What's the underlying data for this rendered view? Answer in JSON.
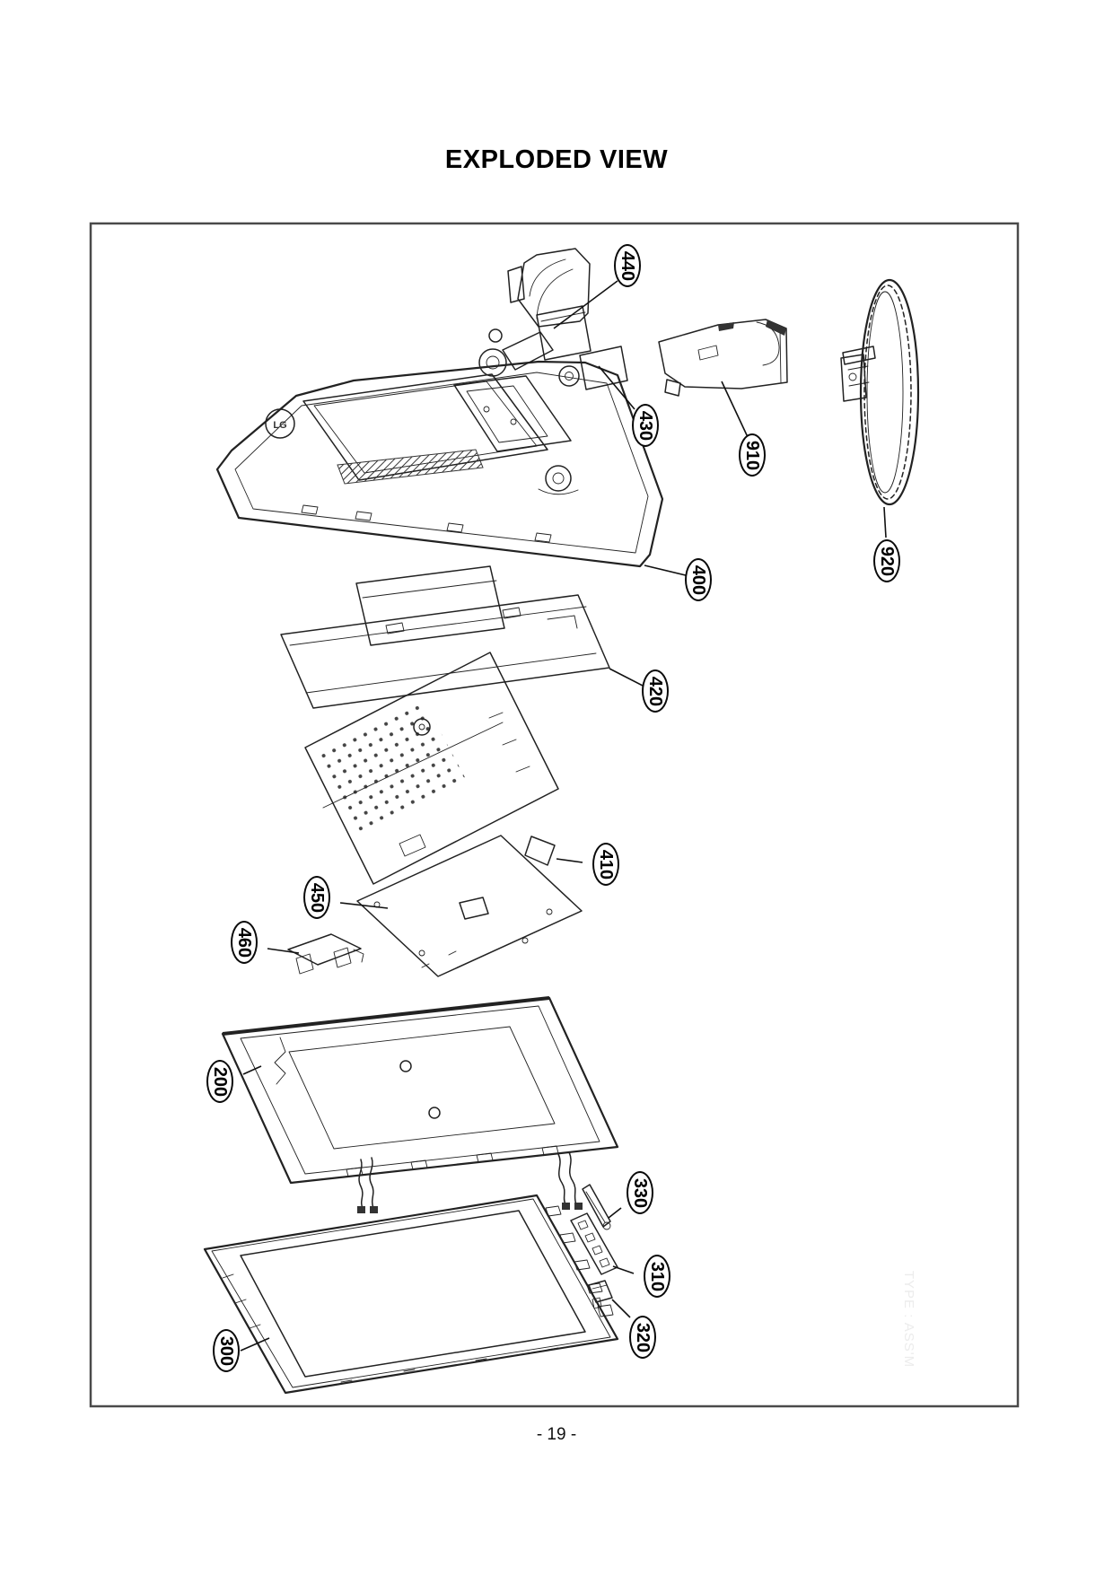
{
  "title": "EXPLODED VIEW",
  "footer": {
    "page_number": "- 19 -"
  },
  "watermark": "TYPE : ASS'M",
  "rear_cover_logo": "LG",
  "callouts": [
    {
      "part_no": "440"
    },
    {
      "part_no": "430"
    },
    {
      "part_no": "910"
    },
    {
      "part_no": "920"
    },
    {
      "part_no": "400"
    },
    {
      "part_no": "420"
    },
    {
      "part_no": "410"
    },
    {
      "part_no": "450"
    },
    {
      "part_no": "460"
    },
    {
      "part_no": "200"
    },
    {
      "part_no": "330"
    },
    {
      "part_no": "310"
    },
    {
      "part_no": "320"
    },
    {
      "part_no": "300"
    }
  ]
}
